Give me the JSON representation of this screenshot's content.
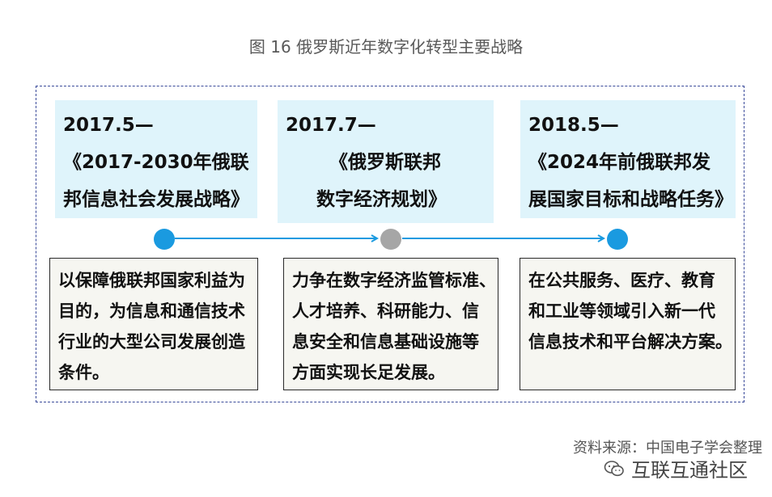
{
  "title": "图 16 俄罗斯近年数字化转型主要战略",
  "timeline": [
    {
      "date": "2017.5—",
      "doc_line1": "《2017-2030年俄联",
      "doc_line2": "邦信息社会发展战略》",
      "desc": [
        "以保障俄联邦国家利益为",
        "目的，为信息和通信技术",
        "行业的大型公司发展创造",
        "条件。"
      ],
      "marker_color": "#1a9ae0"
    },
    {
      "date": "2017.7—",
      "doc_line1": "《俄罗斯联邦",
      "doc_line2": "数字经济规划》",
      "desc": [
        "力争在数字经济监管标准、",
        "人才培养、科研能力、信",
        "息安全和信息基础设施等",
        "方面实现长足发展。"
      ],
      "marker_color": "#a6a6a6"
    },
    {
      "date": "2018.5—",
      "doc_line1": "《2024年前俄联邦发",
      "doc_line2": "展国家目标和战略任务》",
      "desc": [
        "在公共服务、医疗、教育",
        "和工业等领域引入新一代",
        "信息技术和平台解决方案。"
      ],
      "marker_color": "#1a9ae0"
    }
  ],
  "colors": {
    "arrow": "#1a9ae0",
    "frame": "#3a4a9a"
  },
  "source": "资料来源：中国电子学会整理",
  "watermark": {
    "icon": "wechat-icon",
    "text": "互联互通社区"
  }
}
